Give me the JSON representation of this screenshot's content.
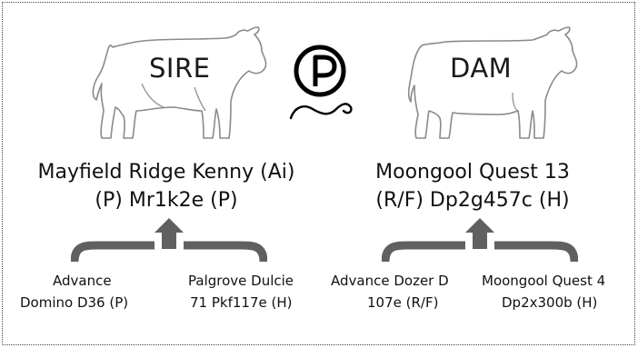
{
  "logo": {
    "letter": "P",
    "icon": "polled-p-logo"
  },
  "sire": {
    "label": "SIRE",
    "name_line1": "Mayfield Ridge Kenny (Ai)",
    "name_line2": "(P) Mr1k2e (P)",
    "parents": [
      {
        "line1": "Advance",
        "line2": "Domino D36 (P)"
      },
      {
        "line1": "Palgrove Dulcie",
        "line2": "71 Pkf117e (H)"
      }
    ]
  },
  "dam": {
    "label": "DAM",
    "name_line1": "Moongool Quest 13",
    "name_line2": "(R/F) Dp2g457c (H)",
    "parents": [
      {
        "line1": "Advance Dozer D",
        "line2": "107e (R/F)"
      },
      {
        "line1": "Moongool Quest 4",
        "line2": "Dp2x300b (H)"
      }
    ]
  },
  "colors": {
    "bracket": "#606060",
    "outline": "#8a8a8a",
    "text": "#111111"
  }
}
